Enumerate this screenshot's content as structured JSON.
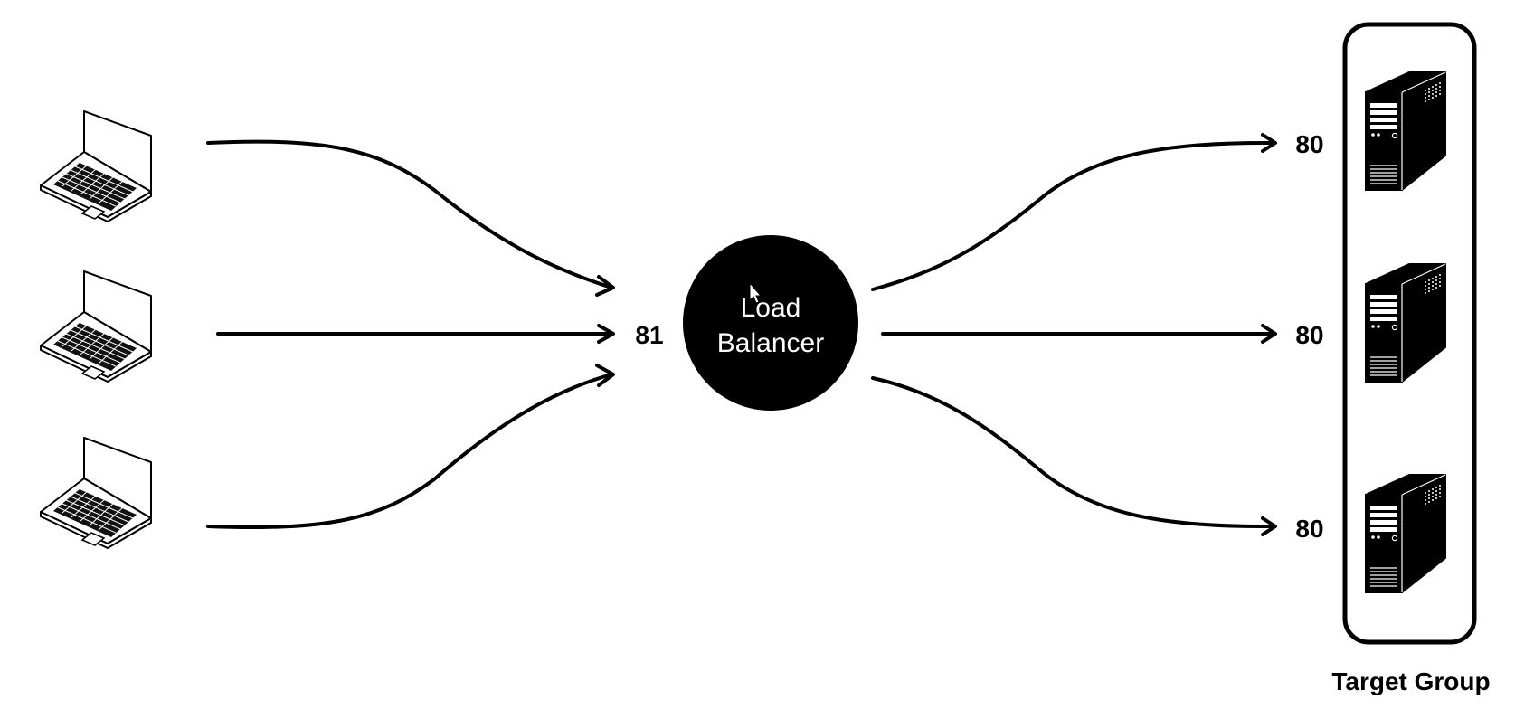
{
  "load_balancer": {
    "label_line1": "Load",
    "label_line2": "Balancer",
    "listener_port": "81"
  },
  "clients": [
    {
      "icon": "laptop-icon"
    },
    {
      "icon": "laptop-icon"
    },
    {
      "icon": "laptop-icon"
    }
  ],
  "target_group": {
    "label": "Target Group",
    "targets": [
      {
        "icon": "server-tower-icon",
        "port": "80"
      },
      {
        "icon": "server-tower-icon",
        "port": "80"
      },
      {
        "icon": "server-tower-icon",
        "port": "80"
      }
    ]
  }
}
